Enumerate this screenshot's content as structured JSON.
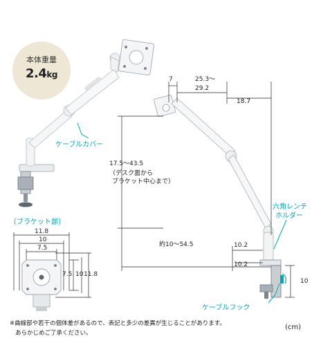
{
  "weight_badge": {
    "label": "本体重量",
    "value": "2.4",
    "unit": "kg"
  },
  "callouts": {
    "cable_cover": "ケーブルカバー",
    "hex_wrench_holder": [
      "六角レンチ",
      "ホルダー"
    ],
    "cable_hook": "ケーブルフック"
  },
  "bracket": {
    "title": "〔ブラケット部〕",
    "width_dims": [
      "11.8",
      "10",
      "7.5"
    ],
    "height_dims": [
      "7.5",
      "10",
      "11.8"
    ]
  },
  "arm_dims": {
    "top_offset": "7",
    "reach": [
      "25.3〜",
      "29.2"
    ],
    "depth": "18.7",
    "height": [
      "17.5〜43.5",
      "（デスク面から",
      "ブラケット中心まで）"
    ],
    "horizontal": "約10〜54.5",
    "clamp_upper": "10.2",
    "clamp_lower": "10.2",
    "clamp_height": "10"
  },
  "notes": [
    "※曲線部や若干の個体差があるので、表記と多少の差異が生じることがあります。",
    "あらかじめご了承ください。"
  ],
  "unit_label": "(cm)",
  "colors": {
    "accent": "#00a7b5",
    "badge_bg": "#efe7d6",
    "line": "#222222"
  }
}
